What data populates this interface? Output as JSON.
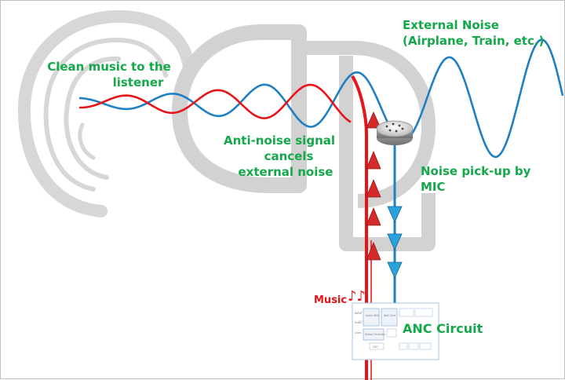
{
  "labels": {
    "external_noise_line1": "External Noise",
    "external_noise_line2": "(Airplane, Train, etc.)",
    "clean_music_line1": "Clean music to the",
    "clean_music_line2": "listener",
    "anti_noise_line1": "Anti-noise signal",
    "anti_noise_line2": "cancels",
    "anti_noise_line3": "external noise",
    "pickup_line1": "Noise pick-up by",
    "pickup_line2": "MIC",
    "music": "Music",
    "music_note": "♪♪",
    "anc_circuit": "ANC Circuit"
  },
  "chip_labels": {
    "audio_adc": "Audio ADC",
    "anc_core": "ANC Core",
    "silicon_osc": "Silicon Oscillator",
    "left_1": "Noise",
    "left_2": "Music",
    "left_3": "Lines",
    "ldo": "LDO"
  },
  "colors": {
    "noise_wave": "#1f7fc4",
    "anti_noise_wave": "#e8141a",
    "label_green": "#14a84a",
    "watermark_gray": "#d4d4d4",
    "arrow_red": "#d42a2a",
    "arrow_blue": "#2aa3dc"
  }
}
